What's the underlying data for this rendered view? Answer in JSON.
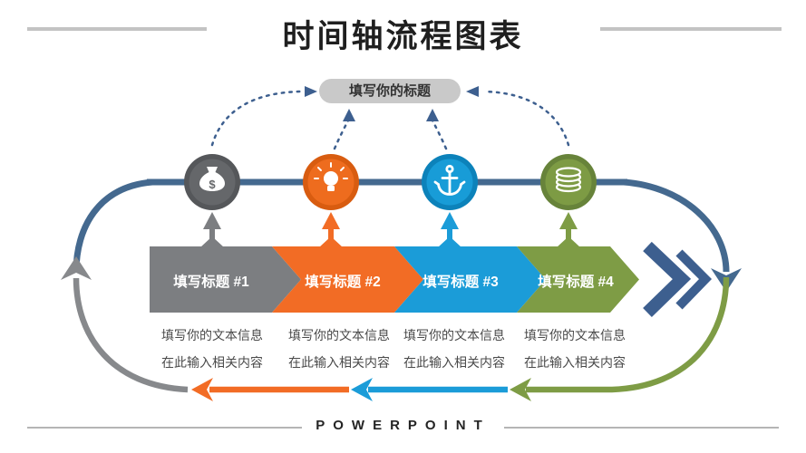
{
  "title": "时间轴流程图表",
  "center_label": "填写你的标题",
  "footer": "POWERPOINT",
  "steps": [
    {
      "label": "填写标题 #1",
      "desc1": "填写你的文本信息",
      "desc2": "在此输入相关内容",
      "icon": "money-bag-icon",
      "chevron_color": "#7c7e81",
      "icon_color": "#65676a",
      "icon_ring_color": "#55575a"
    },
    {
      "label": "填写标题 #2",
      "desc1": "填写你的文本信息",
      "desc2": "在此输入相关内容",
      "icon": "lightbulb-icon",
      "chevron_color": "#f26c25",
      "icon_color": "#ee6c1e",
      "icon_ring_color": "#d85c10"
    },
    {
      "label": "填写标题 #3",
      "desc1": "填写你的文本信息",
      "desc2": "在此输入相关内容",
      "icon": "anchor-icon",
      "chevron_color": "#1b9cd8",
      "icon_color": "#189cd7",
      "icon_ring_color": "#0c82ba"
    },
    {
      "label": "填写标题 #4",
      "desc1": "填写你的文本信息",
      "desc2": "在此输入相关内容",
      "icon": "coins-icon",
      "chevron_color": "#7e9c45",
      "icon_color": "#7d9b44",
      "icon_ring_color": "#67833a"
    }
  ],
  "colors": {
    "steel_blue": "#44698f",
    "loop_gray": "#87898c",
    "loop_orange": "#f26c25",
    "loop_blue": "#1b9cd8",
    "loop_green": "#7e9c45",
    "navy_chevron": "#3d5f8f",
    "dotted_connector": "#3d5f8f",
    "pill_bg": "#c9c9c9",
    "title_line": "#c3c3c3",
    "desc_text": "#4a4a4a"
  }
}
